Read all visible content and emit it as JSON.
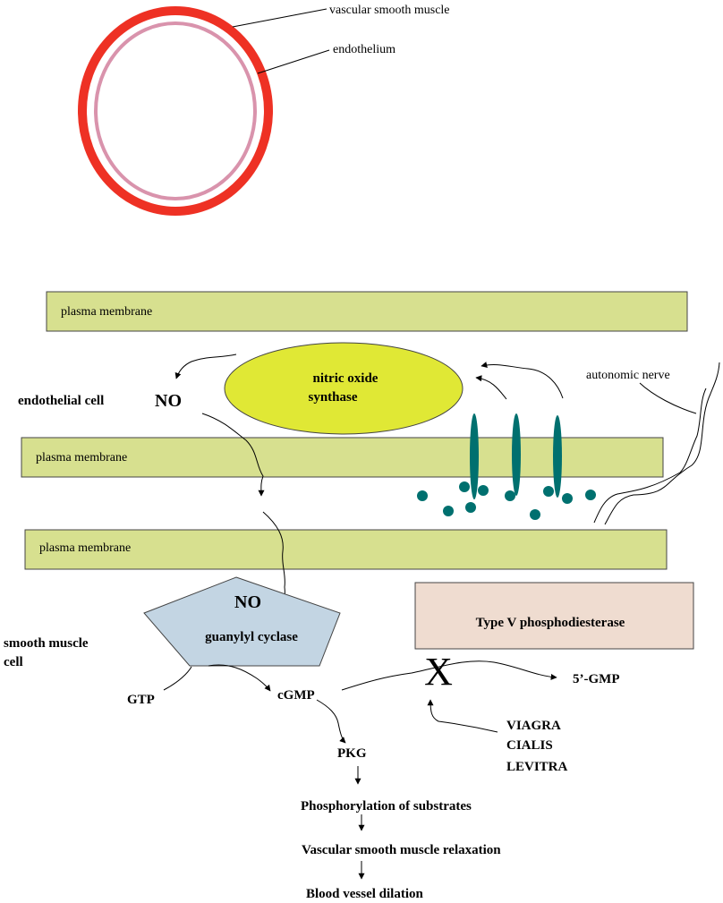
{
  "vessel": {
    "outer_label": "vascular smooth muscle",
    "inner_label": "endothelium",
    "outer_color": "#ee3124",
    "inner_color": "#d993ac"
  },
  "membranes": [
    {
      "label": "plasma membrane"
    },
    {
      "label": "plasma membrane"
    },
    {
      "label": "plasma membrane"
    }
  ],
  "membrane_color": "#d7e08f",
  "enzyme": {
    "line1": "nitric oxide",
    "line2": "synthase",
    "color": "#e0e835"
  },
  "labels": {
    "endothelial_cell": "endothelial cell",
    "no_top": "NO",
    "autonomic_nerve": "autonomic nerve",
    "smooth_muscle_line1": "smooth muscle",
    "smooth_muscle_line2": "cell",
    "no_inner": "NO",
    "guanylyl_cyclase": "guanylyl cyclase",
    "gtp": "GTP",
    "cgmp": "cGMP",
    "block_mark": "X",
    "five_gmp": "5’-GMP",
    "pkg": "PKG",
    "step1": "Phosphorylation of substrates",
    "step2": "Vascular smooth muscle relaxation",
    "step3": "Blood vessel dilation"
  },
  "pde": {
    "label": "Type V phosphodiesterase",
    "color": "#efdcd0"
  },
  "cyclase_color": "#c3d5e3",
  "receptor_color": "#00706f",
  "drugs": [
    "VIAGRA",
    "CIALIS",
    "LEVITRA"
  ]
}
